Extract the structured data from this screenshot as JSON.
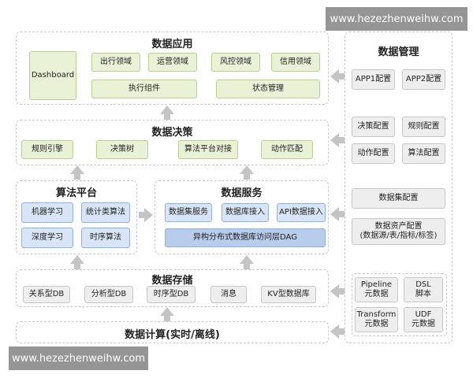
{
  "watermark": {
    "top": "www.hezezhenweihw.com",
    "bottom": "www.hezezhenweihw.com"
  },
  "app": {
    "title": "数据应用",
    "dashboard": "Dashboard",
    "domains": [
      "出行领域",
      "运营领域",
      "风控领域",
      "信用领域"
    ],
    "exec": "执行组件",
    "state": "状态管理"
  },
  "decision": {
    "title": "数据决策",
    "items": [
      "规则引擎",
      "决策树",
      "算法平台对接",
      "动作匹配"
    ]
  },
  "algo": {
    "title": "算法平台",
    "items": [
      "机器学习",
      "统计类算法",
      "深度学习",
      "时序算法"
    ]
  },
  "service": {
    "title": "数据服务",
    "items": [
      "数据集服务",
      "数据库接入",
      "API数据接入"
    ],
    "dag": "异构分布式数据库访问层DAG"
  },
  "storage": {
    "title": "数据存储",
    "items": [
      "关系型DB",
      "分析型DB",
      "时序型DB",
      "消息",
      "KV型数据库"
    ]
  },
  "compute": {
    "title": "数据计算(实时/离线)"
  },
  "management": {
    "title": "数据管理",
    "app1": "APP1配置",
    "app2": "APP2配置",
    "policy": "决策配置",
    "rule": "规则配置",
    "action": "动作配置",
    "algo": "算法配置",
    "dataset": "数据集配置",
    "asset_line1": "数据资产配置",
    "asset_line2": "(数据源/表/指标/标签)",
    "meta": [
      {
        "l1": "Pipeline",
        "l2": "元数据"
      },
      {
        "l1": "DSL",
        "l2": "脚本"
      },
      {
        "l1": "Transform",
        "l2": "元数据"
      },
      {
        "l1": "UDF",
        "l2": "元数据"
      }
    ]
  }
}
